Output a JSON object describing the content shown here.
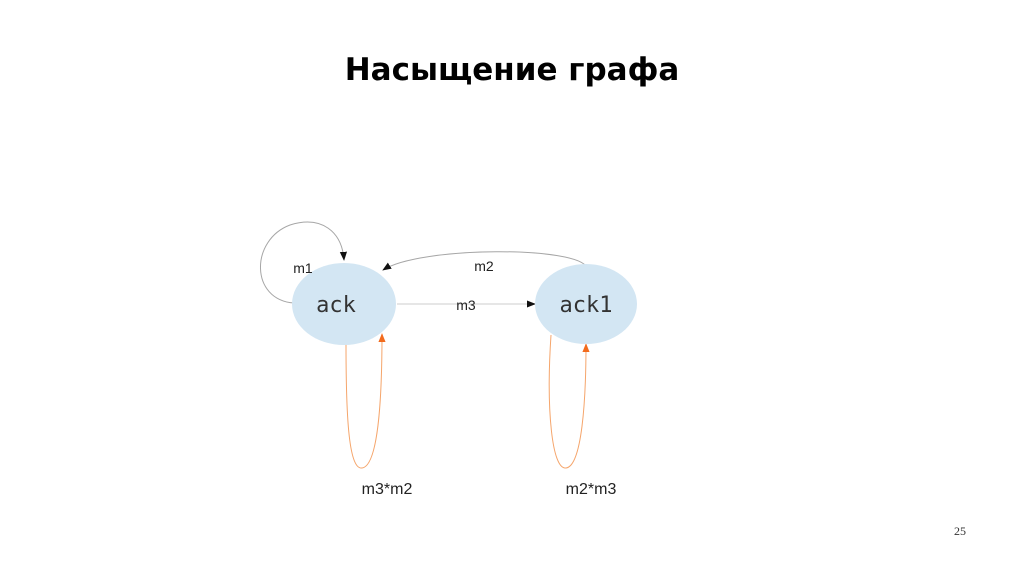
{
  "slide": {
    "title": "Насыщение графа",
    "page_number": "25"
  },
  "colors": {
    "node_fill": "#d3e6f3",
    "edge": "#a6a6a6",
    "arrow_dark": "#111111",
    "loop_orange": "#f08a3c",
    "arrow_orange": "#f26b1d"
  },
  "diagram": {
    "nodes": [
      {
        "id": "ack",
        "label": "ack"
      },
      {
        "id": "ack1",
        "label": "ack1"
      }
    ],
    "edges": [
      {
        "from": "ack",
        "to": "ack",
        "label": "m1"
      },
      {
        "from": "ack1",
        "to": "ack",
        "label": "m2"
      },
      {
        "from": "ack",
        "to": "ack1",
        "label": "m3"
      },
      {
        "from": "ack",
        "to": "ack",
        "label": "m3*m2"
      },
      {
        "from": "ack1",
        "to": "ack1",
        "label": "m2*m3"
      }
    ]
  }
}
